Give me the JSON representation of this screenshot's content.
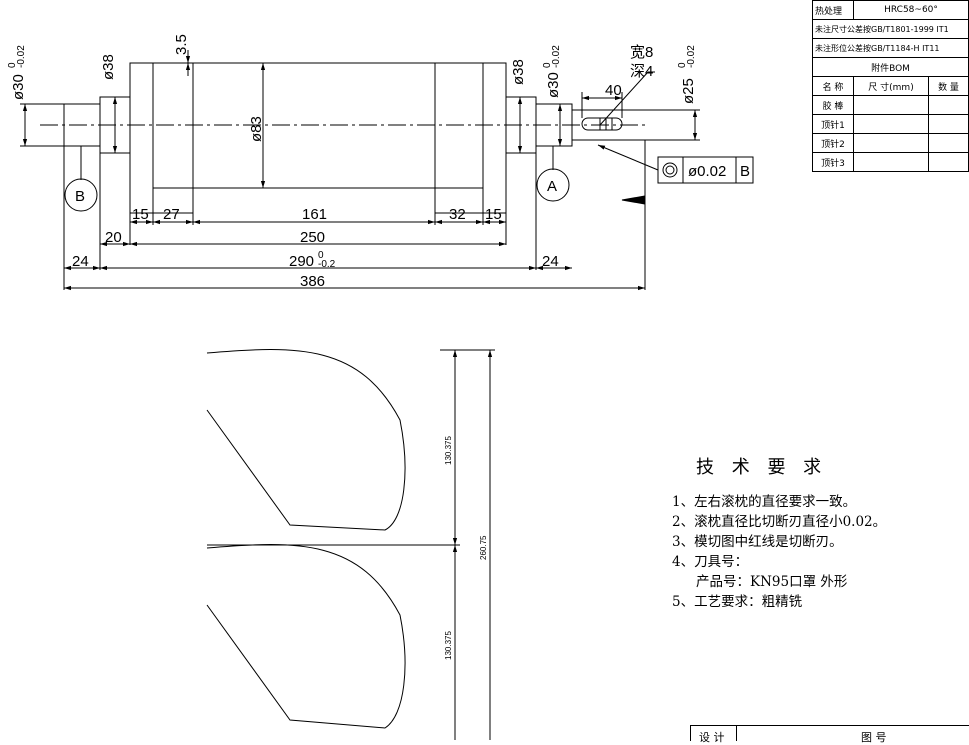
{
  "spec_table": {
    "heat_treatment_label": "热处理",
    "heat_treatment_value": "HRC58~60°",
    "dim_tolerance": "未注尺寸公差按GB/T1801-1999 IT1",
    "form_tolerance": "未注形位公差按GB/T1184-H IT11",
    "bom_title": "附件BOM",
    "headers": [
      "名 称",
      "尺 寸(mm)",
      "数 量"
    ],
    "rows": [
      "胶 棒",
      "顶针1",
      "顶针2",
      "顶针3"
    ]
  },
  "drawing": {
    "dim_d30_left": "ø30",
    "dim_d30_right": "ø30",
    "tol_upper_zero": "0",
    "tol_lower_002": "-0.02",
    "dim_d38_left": "ø38",
    "dim_d38_right": "ø38",
    "dim_35": "3.5",
    "dim_d83": "ø83",
    "dim_d25": "ø25",
    "keyway_width": "宽8",
    "keyway_depth": "深4",
    "dim_40": "40",
    "datum_b": "B",
    "datum_a": "A",
    "fcf_value": "ø0.02",
    "fcf_datum": "B",
    "dim_15_left": "15",
    "dim_27": "27",
    "dim_161": "161",
    "dim_32": "32",
    "dim_15_right": "15",
    "dim_20": "20",
    "dim_250": "250",
    "dim_24_left": "24",
    "dim_290": "290",
    "tol_lower_02": "-0.2",
    "dim_24_right": "24",
    "dim_386": "386",
    "profile_dim_upper": "130.375",
    "profile_dim_lower": "130.375",
    "profile_dim_total": "260.75"
  },
  "requirements": {
    "title": "技 术 要 求",
    "items": [
      "1、左右滚枕的直径要求一致。",
      "2、滚枕直径比切断刃直径小0.02。",
      "3、模切图中红线是切断刃。",
      "4、刀具号：",
      "产品号：KN95口罩   外形",
      "5、工艺要求：粗精铣"
    ]
  },
  "title_block": {
    "design": "设 计",
    "drawing": "图 号"
  }
}
